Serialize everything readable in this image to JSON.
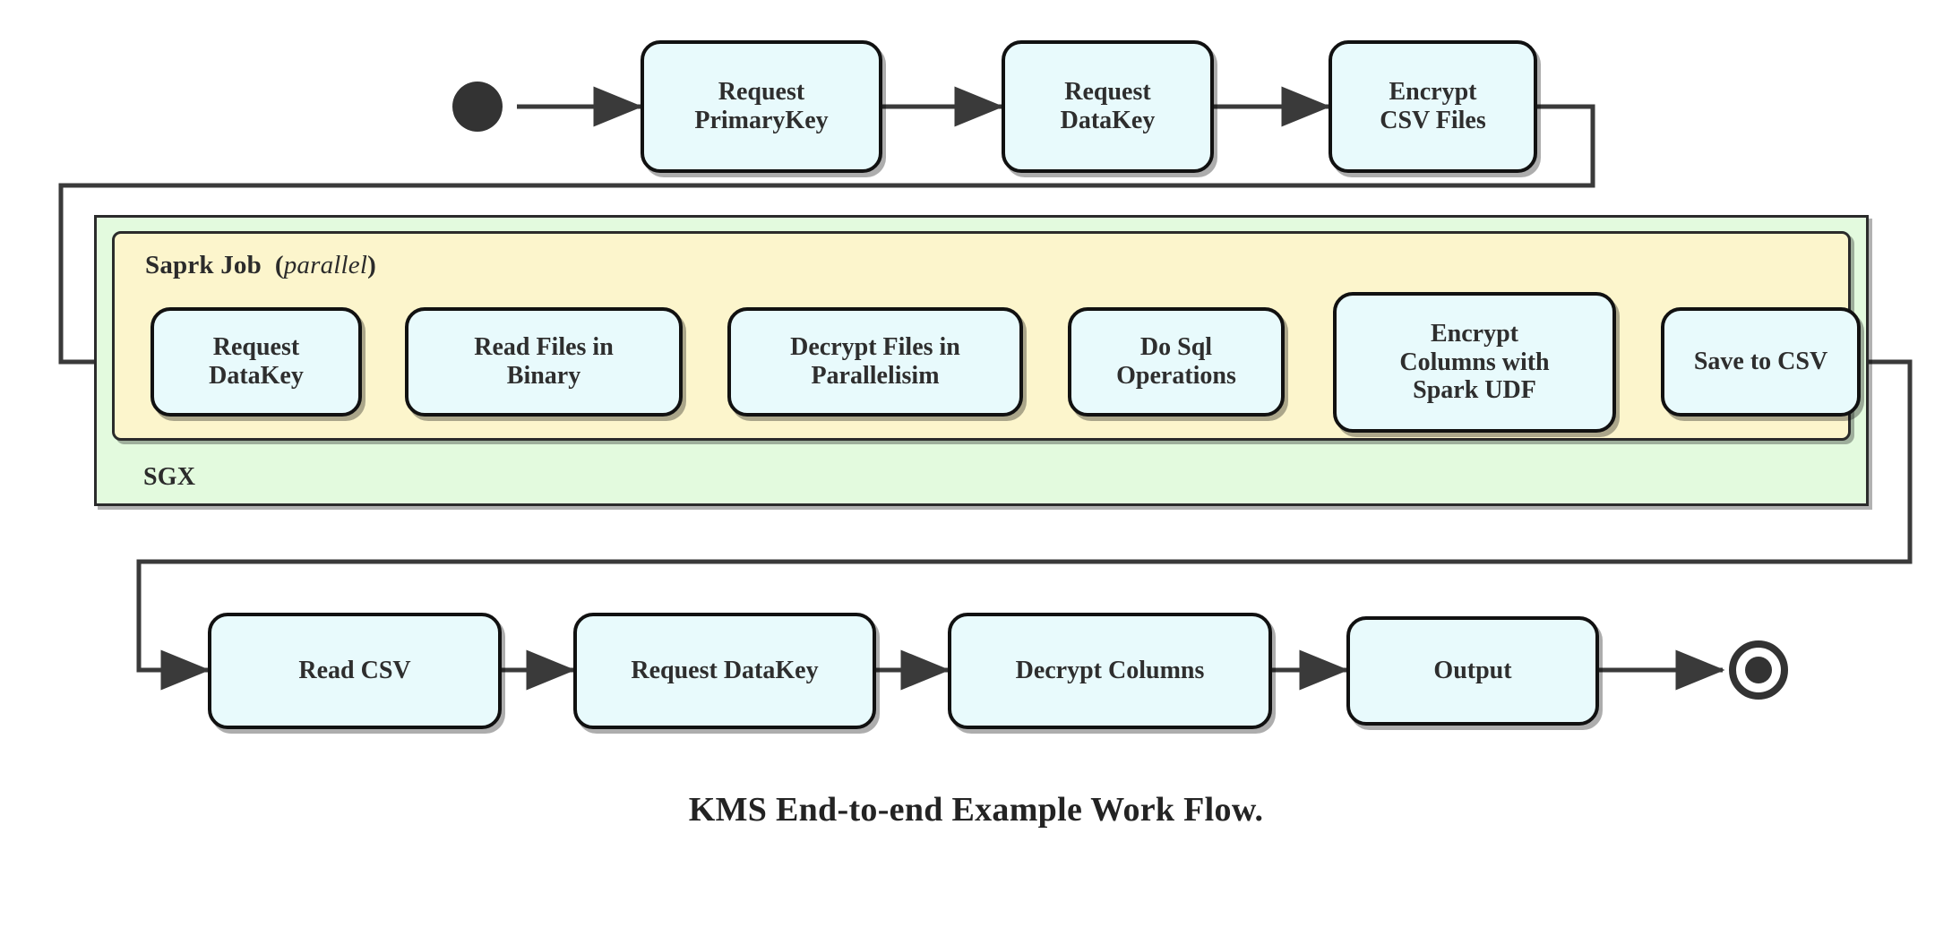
{
  "diagram": {
    "title": "KMS End-to-end Example Work Flow.",
    "colors": {
      "node_fill": "#E8FAFC",
      "node_stroke": "#111111",
      "spark_lane_fill": "#FCF5CC",
      "sgx_lane_fill": "#E3FADE",
      "lane_stroke": "#2B2B2B",
      "connector": "#3A3A3A",
      "marker": "#333333"
    },
    "lanes": [
      {
        "id": "sgx",
        "label": "SGX",
        "label_suffix": ""
      },
      {
        "id": "spark",
        "label": "Saprk Job",
        "label_suffix": "parallel"
      }
    ],
    "markers": {
      "start": "start-state",
      "end": "end-state"
    },
    "rows": {
      "top": {
        "name": "request-and-encrypt-row",
        "nodes": [
          {
            "id": "request-primarykey",
            "label": "Request\nPrimaryKey"
          },
          {
            "id": "request-datakey-top",
            "label": "Request\nDataKey"
          },
          {
            "id": "encrypt-csv-files",
            "label": "Encrypt\nCSV Files"
          }
        ]
      },
      "spark": {
        "name": "spark-job-row",
        "nodes": [
          {
            "id": "request-datakey-spark",
            "label": "Request\nDataKey"
          },
          {
            "id": "read-files-in-binary",
            "label": "Read Files in\nBinary"
          },
          {
            "id": "decrypt-files-in-parallelisim",
            "label": "Decrypt Files in\nParallelisim"
          },
          {
            "id": "do-sql-operations",
            "label": "Do Sql\nOperations"
          },
          {
            "id": "encrypt-columns-with-spark-udf",
            "label": "Encrypt\nColumns with\nSpark UDF"
          },
          {
            "id": "save-to-csv",
            "label": "Save to CSV"
          }
        ]
      },
      "bottom": {
        "name": "read-and-decrypt-row",
        "nodes": [
          {
            "id": "read-csv",
            "label": "Read CSV"
          },
          {
            "id": "request-datakey-bottom",
            "label": "Request DataKey"
          },
          {
            "id": "decrypt-columns",
            "label": "Decrypt Columns"
          },
          {
            "id": "output",
            "label": "Output"
          }
        ]
      }
    }
  }
}
